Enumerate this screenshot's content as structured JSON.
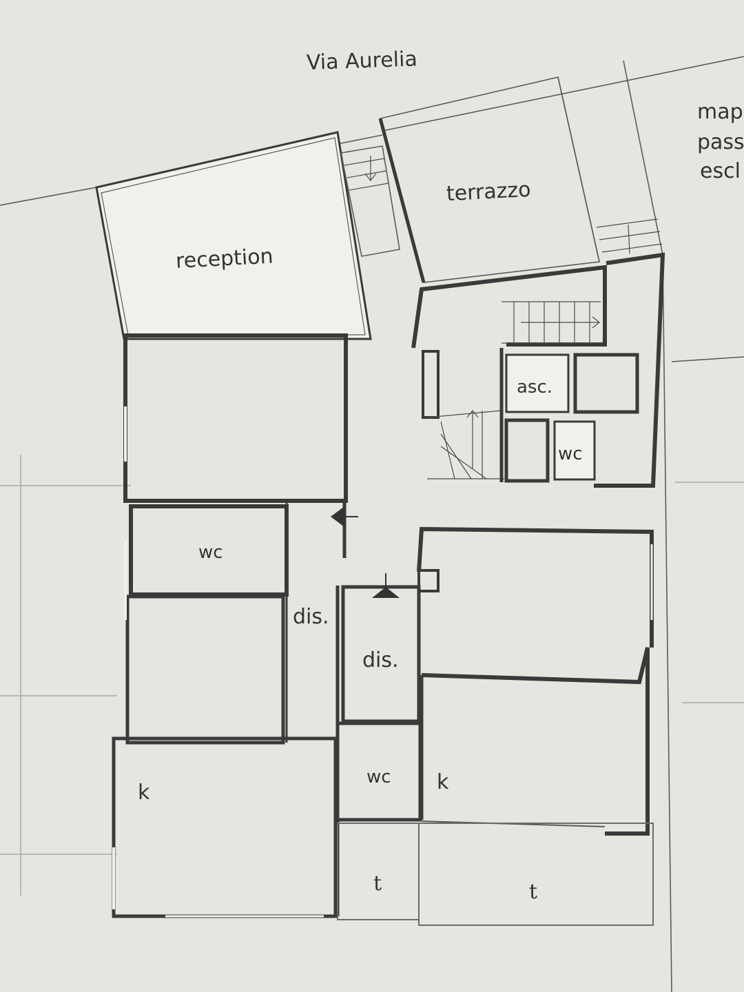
{
  "street": "Via Aurelia",
  "side_note": {
    "line1": "mapp",
    "line2": "passa",
    "line3": "escl"
  },
  "rooms": {
    "reception": "reception",
    "terrazzo": "terrazzo",
    "elevator": "asc.",
    "wc_stair": "wc",
    "wc_left": "wc",
    "corridor_left": "dis.",
    "corridor_mid": "dis.",
    "wc_mid": "wc",
    "kitchen_left": "k",
    "kitchen_right": "k",
    "terrace_small": "t",
    "terrace_large": "t"
  },
  "colors": {
    "paper": "#e6e6e1",
    "ink": "#333333",
    "wall": "#3a3a3a"
  }
}
